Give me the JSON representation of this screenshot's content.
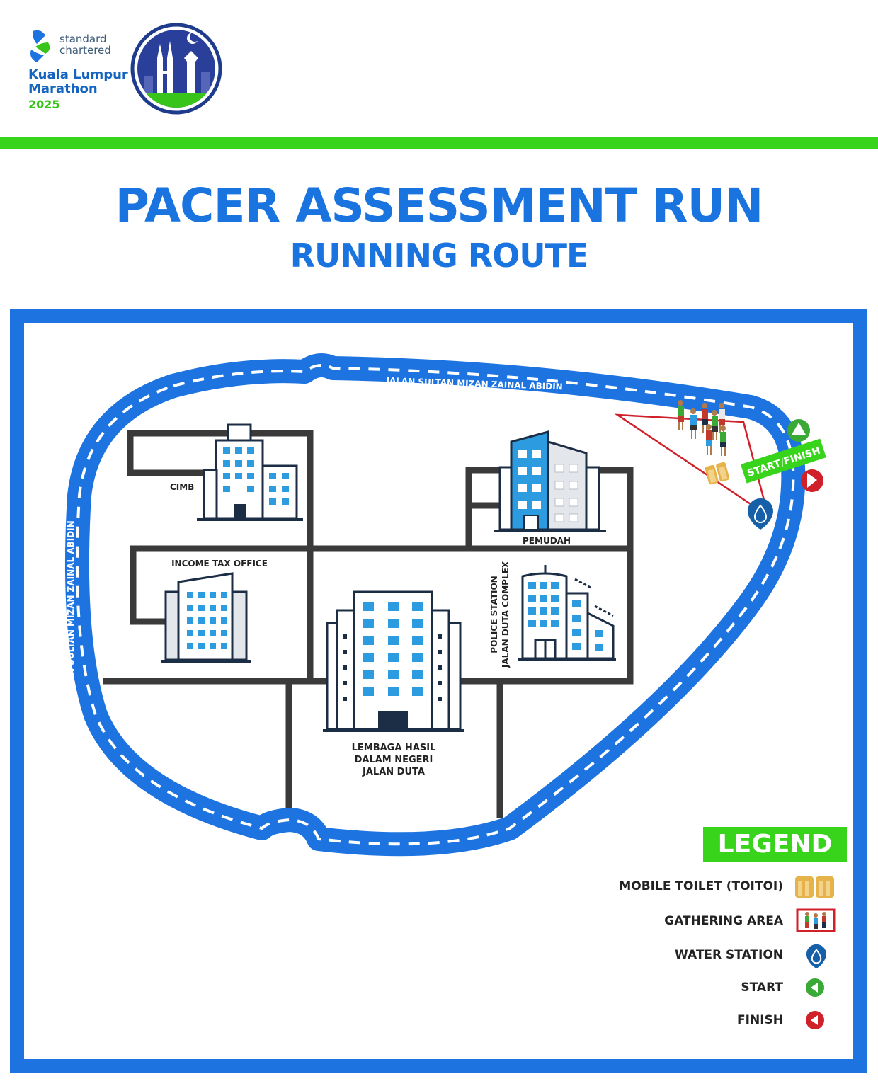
{
  "header": {
    "brand_line1": "standard",
    "brand_line2": "chartered",
    "event_line1": "Kuala Lumpur",
    "event_line2": "Marathon",
    "event_year": "2025"
  },
  "title": "PACER ASSESSMENT RUN",
  "subtitle": "RUNNING ROUTE",
  "map": {
    "road_top": "JALAN SULTAN MIZAN ZAINAL ABIDIN",
    "road_left": "JALAN SULTAN MIZAN ZAINAL ABIDIN",
    "road_right": "JALAN SULTAN MIZAN ZAINAL ABIDIN",
    "start_finish": "START/FINISH",
    "buildings": {
      "cimb": "CIMB",
      "pemudah": "PEMUDAH",
      "income_tax": "INCOME TAX OFFICE",
      "police_line1": "POLICE STATION",
      "police_line2": "JALAN DUTA COMPLEX",
      "lhdn_line1": "LEMBAGA HASIL",
      "lhdn_line2": "DALAM NEGERI",
      "lhdn_line3": "JALAN DUTA"
    }
  },
  "legend": {
    "title": "LEGEND",
    "items": [
      {
        "label": "MOBILE TOILET (TOITOI)",
        "icon": "toilet-icon"
      },
      {
        "label": "GATHERING AREA",
        "icon": "gathering-area-icon"
      },
      {
        "label": "WATER STATION",
        "icon": "water-drop-icon"
      },
      {
        "label": "START",
        "icon": "start-arrow-icon"
      },
      {
        "label": "FINISH",
        "icon": "finish-arrow-icon"
      }
    ]
  },
  "colors": {
    "route_blue": "#1d74e0",
    "accent_green": "#38d41c",
    "start_green": "#3aa935",
    "finish_red": "#d0202a",
    "road_grey": "#3a3a3a",
    "building_blue": "#2d9be0"
  }
}
